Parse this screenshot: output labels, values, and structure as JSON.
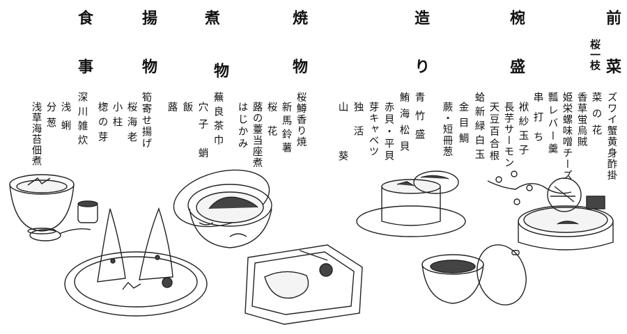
{
  "sections": [
    {
      "id": "zensai",
      "title_top": "前",
      "title_bottom": "菜",
      "sub": "桜一枝",
      "items": [
        "ズワイ蟹黄身酢掛",
        "菜の花",
        "香草蛍烏賊",
        "姫栄螺味噌チーズ",
        "瓢レバー羹",
        "串打ち",
        "袱紗玉子",
        "長芋サーモン",
        "天豆百合根"
      ]
    },
    {
      "id": "wan",
      "title_top": "椀",
      "title_bottom": "盛",
      "items": [
        "蛤新緑白玉",
        "金目鯛",
        "蕨・短冊葱"
      ]
    },
    {
      "id": "tsukuri",
      "title_top": "造",
      "title_bottom": "り",
      "items": [
        "青竹盛",
        "鮪海松貝",
        "赤貝・平貝",
        "芽キャベツ",
        "独活",
        "山葵"
      ]
    },
    {
      "id": "yakimono",
      "title_top": "焼",
      "title_bottom": "物",
      "items": [
        "桜鱒香り焼",
        "新馬鈴薯",
        "桜花",
        "蕗の薹当座煮",
        "はじかみ"
      ]
    },
    {
      "id": "nimono",
      "title_top": "煮",
      "title_bottom": "物",
      "items": [
        "蕪良茶巾",
        "穴子",
        "蛸",
        "飯",
        "蕗"
      ]
    },
    {
      "id": "agemono",
      "title_top": "揚",
      "title_bottom": "物",
      "items": [
        "筍寄せ揚げ",
        "桜海老",
        "小柱",
        "楤の芽"
      ]
    },
    {
      "id": "shokuji",
      "title_top": "食",
      "title_bottom": "事",
      "items": [
        "深川雑炊",
        "浅蜊",
        "分葱",
        "浅草海苔佃煮"
      ]
    }
  ]
}
